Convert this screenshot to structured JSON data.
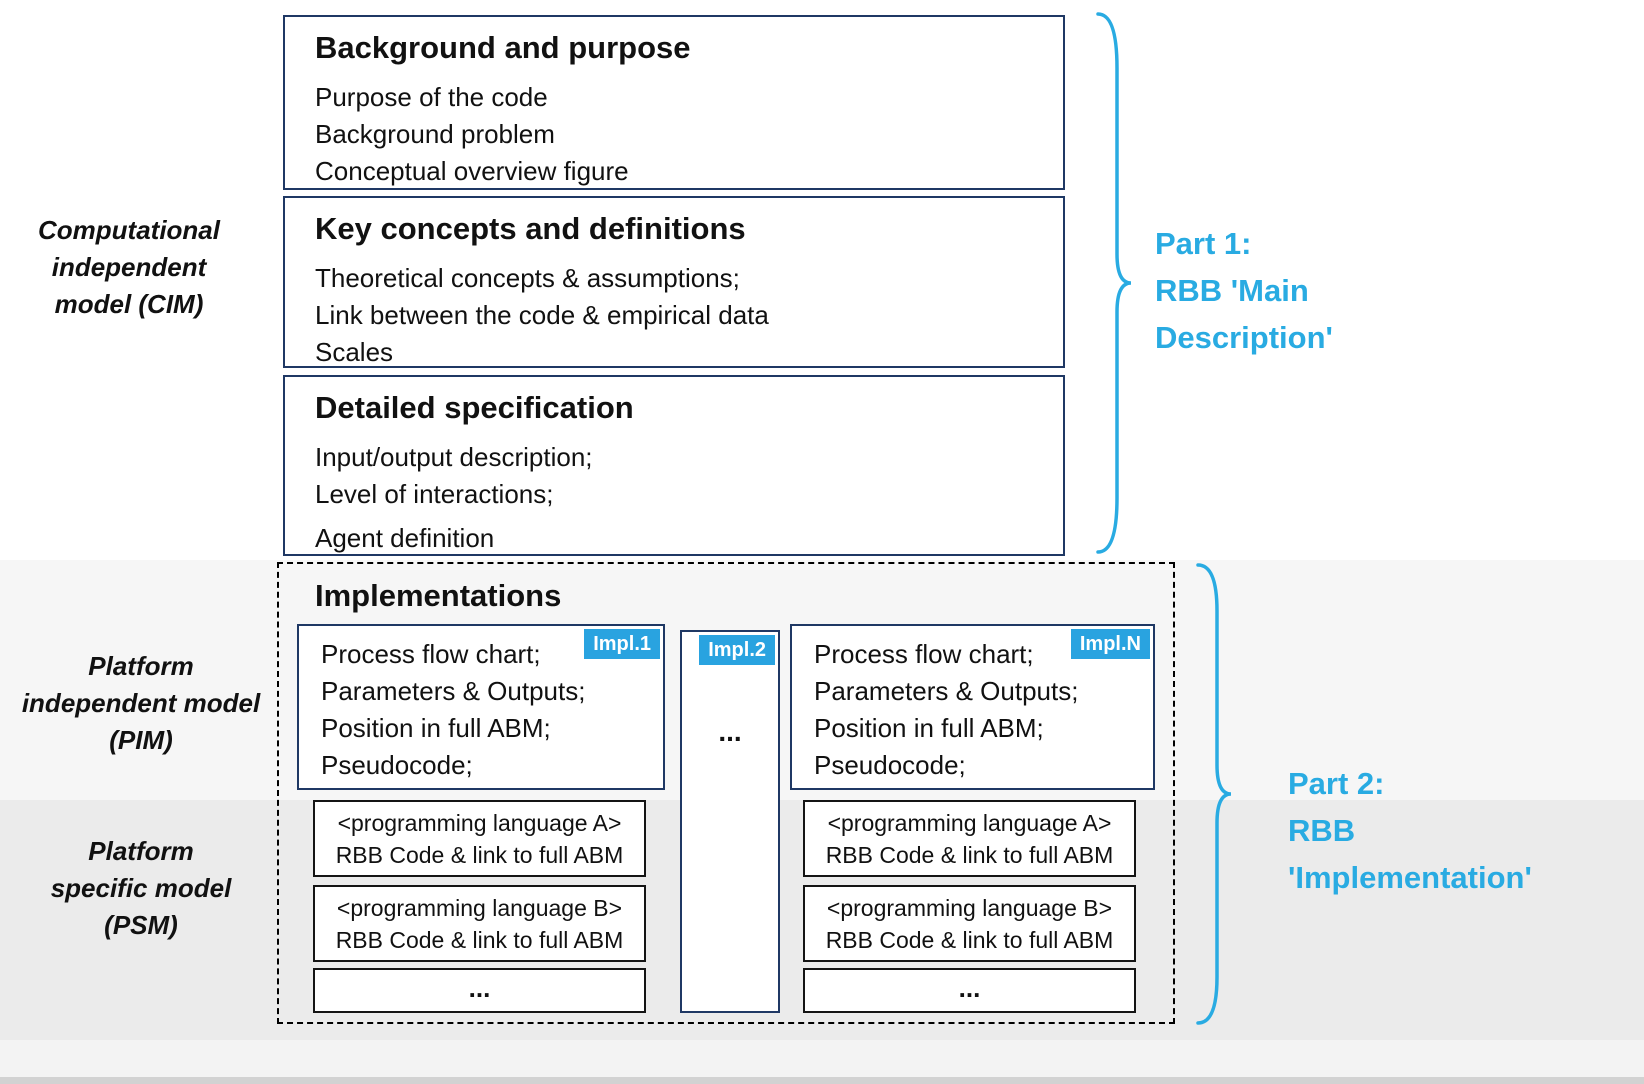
{
  "colors": {
    "accent_blue": "#29abe2",
    "tag_blue": "#29a3e0",
    "box_border_navy": "#1f3864"
  },
  "left_labels": {
    "cim": {
      "lines": [
        "Computational",
        "independent",
        "model (CIM)"
      ]
    },
    "pim": {
      "lines": [
        "Platform",
        "independent model",
        "(PIM)"
      ]
    },
    "psm": {
      "lines": [
        "Platform",
        "specific model",
        "(PSM)"
      ]
    }
  },
  "boxes": [
    {
      "title": "Background and purpose",
      "lines": [
        "Purpose of the code",
        "Background problem",
        "Conceptual overview figure"
      ]
    },
    {
      "title": "Key concepts and definitions",
      "lines": [
        "Theoretical concepts & assumptions;",
        "Link between the code & empirical data",
        "Scales"
      ]
    },
    {
      "title": "Detailed specification",
      "lines": [
        "Input/output description;",
        "Level of interactions;",
        "Agent definition"
      ]
    }
  ],
  "implementations": {
    "title": "Implementations",
    "impl_lines": [
      "Process flow chart;",
      "Parameters & Outputs;",
      "Position in full ABM;",
      "Pseudocode;"
    ],
    "tags": {
      "first": "Impl.1",
      "middle": "Impl.2",
      "last": "Impl.N"
    },
    "middle_dots": "...",
    "lang_box_a": {
      "lines": [
        "<programming language A>",
        "RBB Code & link to full ABM"
      ]
    },
    "lang_box_b": {
      "lines": [
        "<programming language B>",
        "RBB Code & link to full ABM"
      ]
    },
    "lang_box_dots": "..."
  },
  "part_labels": {
    "part1": {
      "lines": [
        "Part 1:",
        "RBB 'Main",
        "Description'"
      ]
    },
    "part2": {
      "lines": [
        "Part 2:",
        "RBB",
        "'Implementation'"
      ]
    }
  }
}
